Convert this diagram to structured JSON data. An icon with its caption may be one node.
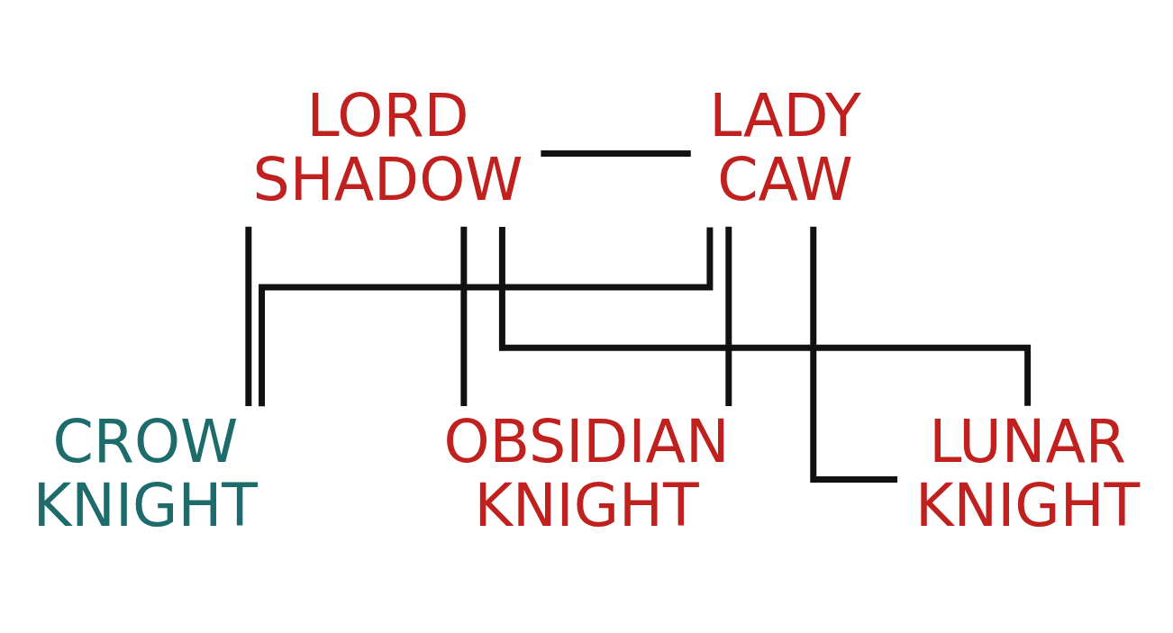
{
  "diagram": {
    "nodes": [
      {
        "text": [
          "LORD SHADOW"
        ]
      },
      {
        "text": [
          "LADY CAW"
        ]
      },
      {
        "text": [
          "CROW KNIGHT"
        ]
      },
      {
        "text": [
          "OBSIDIAN KNIGHT"
        ]
      },
      {
        "text": [
          "LUNAR KNIGHT"
        ]
      }
    ],
    "edges": [
      {
        "from": 0,
        "to": 1,
        "arrow": "none"
      },
      {
        "from": 0,
        "to": 2,
        "arrow": "none"
      },
      {
        "from": 0,
        "to": 3,
        "arrow": "none"
      },
      {
        "from": 0,
        "to": 4,
        "arrow": "none"
      },
      {
        "from": 1,
        "to": 2,
        "arrow": "none"
      },
      {
        "from": 1,
        "to": 3,
        "arrow": "none"
      },
      {
        "from": 1,
        "to": 4,
        "arrow": "none"
      }
    ]
  }
}
